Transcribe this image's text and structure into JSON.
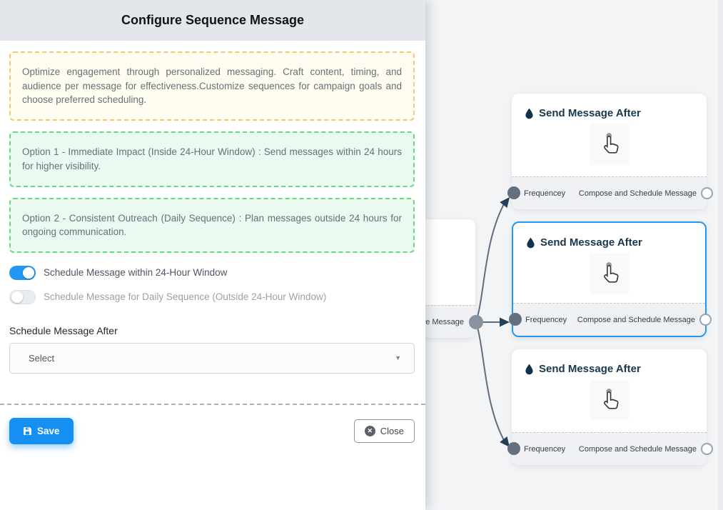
{
  "header": {
    "title": "Configure Sequence Message"
  },
  "panel": {
    "info": "Optimize engagement through personalized messaging. Craft content, timing, and audience per message for effectiveness.Customize sequences for campaign goals and choose preferred scheduling.",
    "options": [
      "Option 1 - Immediate Impact (Inside 24-Hour Window) : Send messages within 24 hours for higher visibility.",
      "Option 2 - Consistent Outreach (Daily Sequence) : Plan messages outside 24 hours for ongoing communication."
    ],
    "toggles": {
      "within_label": "Schedule Message within 24-Hour Window",
      "within_state": "on",
      "daily_label": "Schedule Message for Daily Sequence (Outside 24-Hour Window)",
      "daily_state": "off"
    },
    "schedule_after_label": "Schedule Message After",
    "select_placeholder": "Select",
    "buttons": {
      "save": "Save",
      "close": "Close"
    }
  },
  "flow": {
    "card_title": "Send Message After",
    "handle_left_label": "Frequencey",
    "handle_right_label": "Compose and Schedule Message",
    "parent_partial_label": "ce Message",
    "cards": [
      {
        "selected": false
      },
      {
        "selected": true
      },
      {
        "selected": false
      }
    ]
  },
  "colors": {
    "accent_blue": "#2196f3",
    "save_blue": "#1590f2",
    "yellow_border": "#f2c96f",
    "green_border": "#67d87e",
    "navy_title": "#17384e",
    "canvas_bg": "#f2f4f6",
    "edge_gray": "#5f6e7d"
  }
}
